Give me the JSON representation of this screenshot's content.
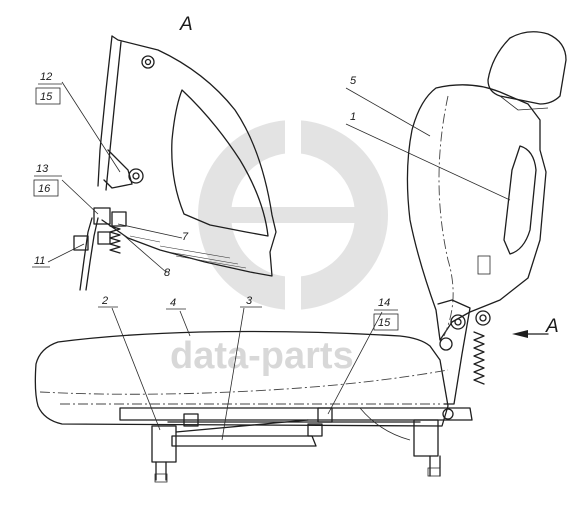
{
  "view_labels": {
    "detail_view": "A",
    "arrow_view": "A"
  },
  "callouts": [
    {
      "id": "c1",
      "text": "1"
    },
    {
      "id": "c2",
      "text": "2"
    },
    {
      "id": "c3",
      "text": "3"
    },
    {
      "id": "c4",
      "text": "4"
    },
    {
      "id": "c5",
      "text": "5"
    },
    {
      "id": "c7",
      "text": "7"
    },
    {
      "id": "c8",
      "text": "8"
    },
    {
      "id": "c11",
      "text": "11"
    },
    {
      "id": "c12",
      "text": "12"
    },
    {
      "id": "c13",
      "text": "13"
    },
    {
      "id": "c14",
      "text": "14"
    }
  ],
  "boxed_callouts": [
    {
      "id": "b15a",
      "text": "15"
    },
    {
      "id": "b16",
      "text": "16"
    },
    {
      "id": "b15b",
      "text": "15"
    }
  ],
  "watermark": {
    "text": "data-parts",
    "color": "#b8b8b8"
  }
}
